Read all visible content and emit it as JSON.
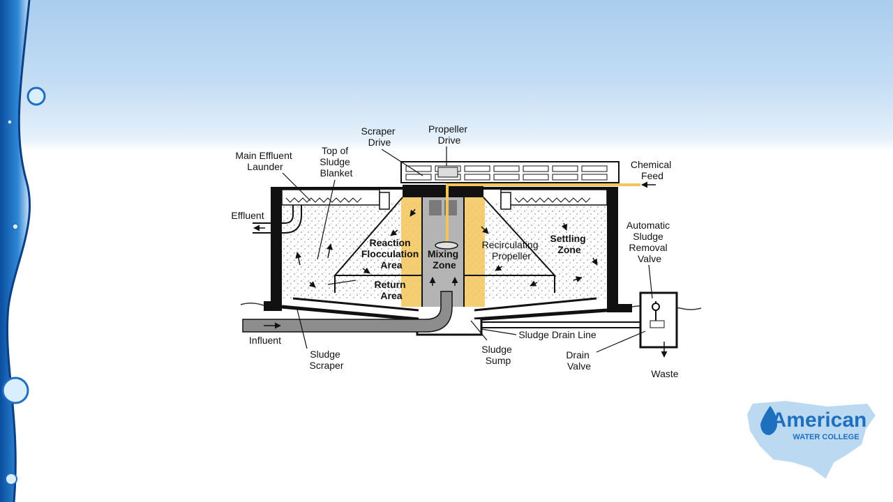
{
  "slide": {
    "background_top": "#a9cdee",
    "accent_blue": "#1f6fbf",
    "highlight_yellow": "#f3c45a"
  },
  "diagram": {
    "labels": {
      "main_effluent_launder": [
        "Main Effluent",
        "Launder"
      ],
      "top_of_sludge_blanket": [
        "Top of",
        "Sludge",
        "Blanket"
      ],
      "scraper_drive": [
        "Scraper",
        "Drive"
      ],
      "propeller_drive": [
        "Propeller",
        "Drive"
      ],
      "chemical_feed": [
        "Chemical",
        "Feed"
      ],
      "effluent": "Effluent",
      "reaction_flocculation_area": [
        "Reaction",
        "Flocculation",
        "Area"
      ],
      "mixing_zone": [
        "Mixing",
        "Zone"
      ],
      "recirculating_propeller": [
        "Recirculating",
        "Propeller"
      ],
      "settling_zone": [
        "Settling",
        "Zone"
      ],
      "automatic_sludge_removal_valve": [
        "Automatic",
        "Sludge",
        "Removal",
        "Valve"
      ],
      "return_area": [
        "Return",
        "Area"
      ],
      "influent": "Influent",
      "sludge_scraper": [
        "Sludge",
        "Scraper"
      ],
      "sludge_sump": [
        "Sludge",
        "Sump"
      ],
      "sludge_drain_line": "Sludge Drain Line",
      "drain_valve": [
        "Drain",
        "Valve"
      ],
      "waste": "Waste"
    }
  },
  "logo": {
    "line1": "American",
    "line2": "WATER COLLEGE",
    "icon": "water-drop-icon"
  }
}
